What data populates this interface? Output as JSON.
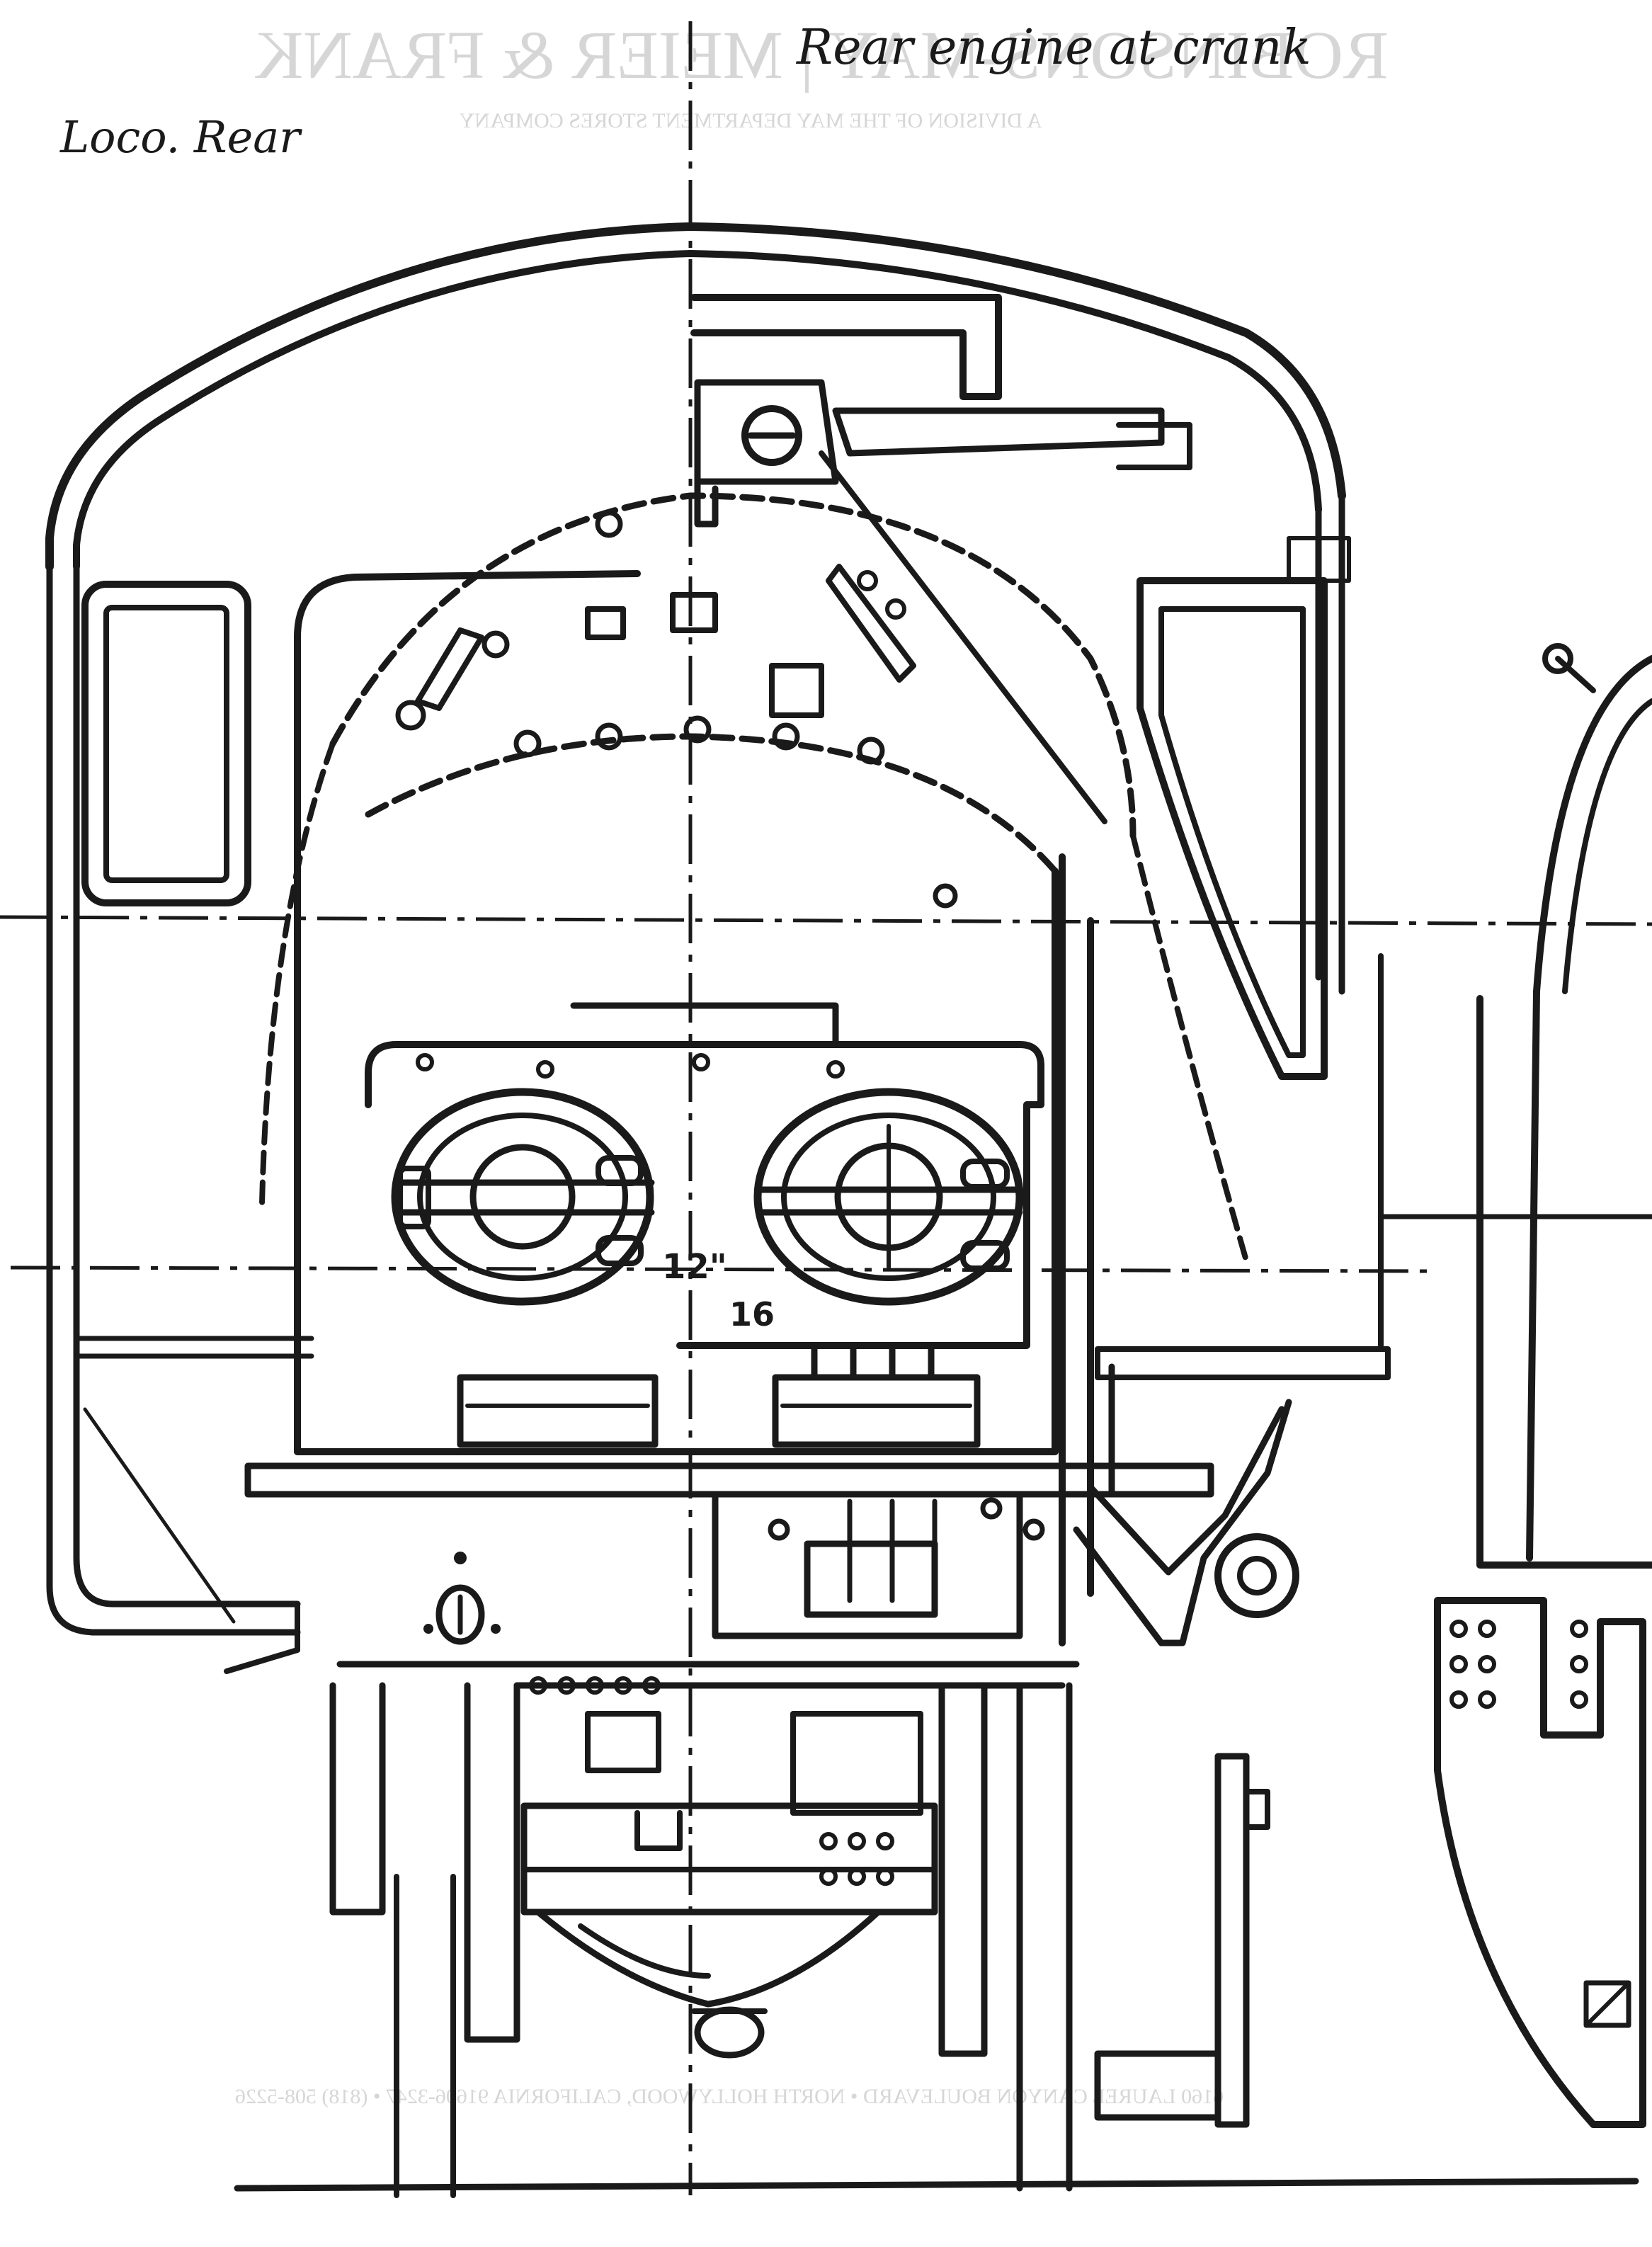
{
  "annotations": {
    "top_right_note": "Rear engine at crank",
    "top_left_note": "Loco. Rear",
    "dimension_primary": "12\"",
    "dimension_secondary": "16"
  },
  "letterhead_ghost": {
    "store_name_mirrored": "ROBINSONS-MAY | MEIER & FRANK",
    "division_line": "A DIVISION OF THE MAY DEPARTMENT STORES COMPANY",
    "address_line": "6160 LAUREL CANYON BOULEVARD • NORTH HOLLYWOOD, CALIFORNIA 91606-3247 • (818) 508-5226"
  },
  "colors": {
    "ink": "#1a1a1a",
    "paper": "#ffffff",
    "ghost": "#d6d6d6"
  }
}
